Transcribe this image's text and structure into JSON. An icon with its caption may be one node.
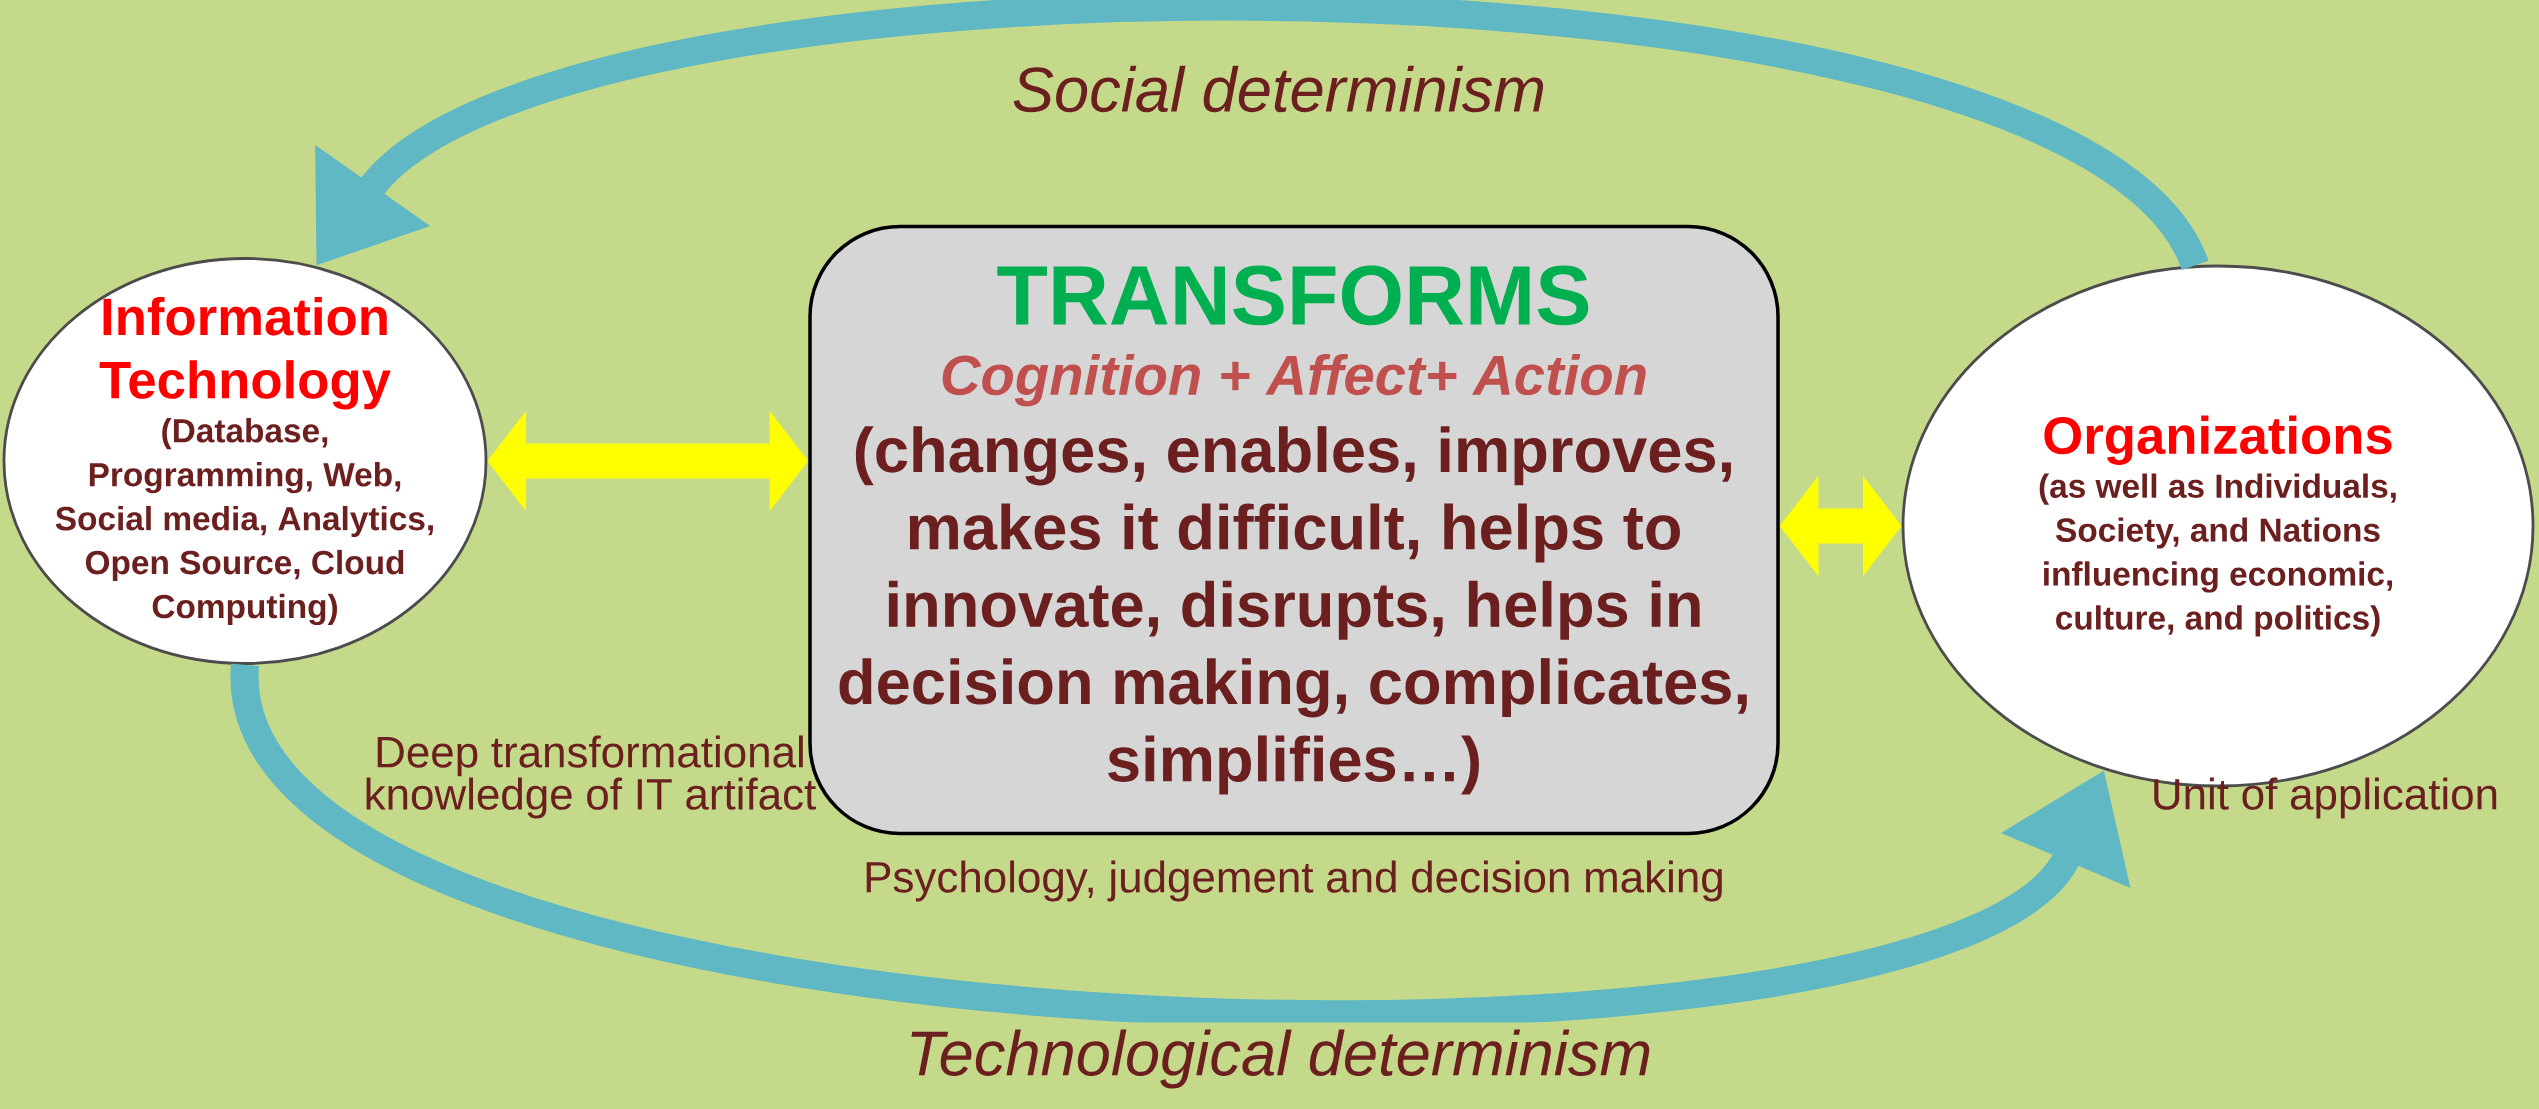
{
  "diagram": {
    "nodes": [
      {
        "text": [
          "Information Technology",
          "(Database, Programming, Web, Social media, Analytics, Open Source, Cloud Computing)"
        ]
      },
      {
        "text": [
          "TRANSFORMS",
          "Cognition + Affect+ Action",
          "(changes, enables, improves, makes it difficult, helps to innovate, disrupts, helps in decision making, complicates, simplifies…)"
        ],
        "beside": [
          "Psychology, judgement and decision making"
        ]
      },
      {
        "text": [
          "Organizations",
          "(as well as Individuals, Society, and Nations influencing economic, culture, and politics)"
        ],
        "beside": [
          "Unit of application"
        ]
      }
    ],
    "edges": [
      {
        "from": 0,
        "to": 1,
        "arrow": "both",
        "color": "#ffff00"
      },
      {
        "from": 1,
        "to": 2,
        "arrow": "both",
        "color": "#ffff00"
      },
      {
        "from": 2,
        "to": 0,
        "arrow": "to",
        "label": "Social determinism",
        "color": "#5fb8c4"
      },
      {
        "from": 0,
        "to": 2,
        "arrow": "to",
        "label": "Technological determinism",
        "color": "#5fb8c4"
      }
    ],
    "labels": [
      "Deep transformational knowledge of IT artifact"
    ]
  }
}
